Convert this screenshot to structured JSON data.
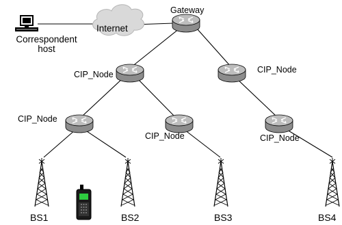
{
  "labels": {
    "gateway": "Gateway",
    "internet": "Internet",
    "correspondent_host_line1": "Correspondent",
    "correspondent_host_line2": "host",
    "cip_node_1": "CIP_Node",
    "cip_node_2": "CIP_Node",
    "cip_node_3": "CIP_Node",
    "cip_node_4": "CIP_Node",
    "cip_node_5": "CIP_Node",
    "bs1": "BS1",
    "bs2": "BS2",
    "bs3": "BS3",
    "bs4": "BS4"
  },
  "colors": {
    "router_body": "#8c8c8c",
    "router_top": "#bdbdbd",
    "cloud": "#d9d9d9",
    "phone_screen": "#2ecc40",
    "lines": "#000000"
  },
  "icons": {
    "router": "router-icon",
    "cloud": "cloud-icon",
    "computer": "computer-icon",
    "tower": "antenna-tower-icon",
    "phone": "mobile-phone-icon"
  }
}
